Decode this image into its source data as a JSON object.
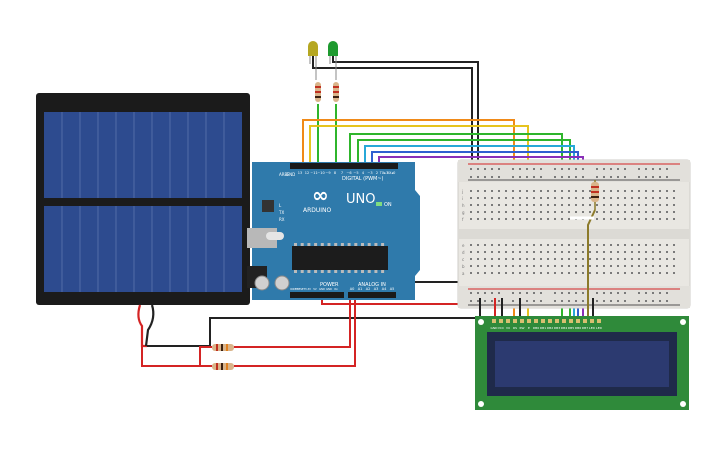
{
  "arduino": {
    "brand": "ARDUINO",
    "model": "UNO",
    "digital_header": "DIGITAL (PWM~)",
    "power_header": "POWER",
    "analog_header": "ANALOG IN",
    "led_labels": [
      "L",
      "TX",
      "RX"
    ],
    "on_label": "ON",
    "digital_pins": [
      "13",
      "12",
      "~11",
      "~10",
      "~9",
      "8",
      "7",
      "~6",
      "~5",
      "4",
      "~3",
      "2",
      "TX▸1",
      "RX◂0"
    ],
    "analog_pins": [
      "A0",
      "A1",
      "A2",
      "A3",
      "A4",
      "A5"
    ],
    "power_pins": [
      "IOREF",
      "RESET",
      "3.3V",
      "5V",
      "GND",
      "GND",
      "Vin"
    ],
    "aref": "AREF",
    "gnd": "GND"
  },
  "breadboard": {
    "row_letters_top": [
      "j",
      "i",
      "h",
      "g",
      "f"
    ],
    "row_letters_bottom": [
      "e",
      "d",
      "c",
      "b",
      "a"
    ],
    "column_marks": [
      "1",
      "5",
      "10",
      "15",
      "20",
      "25",
      "30"
    ]
  },
  "lcd": {
    "pin_labels": [
      "GND",
      "VCC",
      "V0",
      "RS",
      "RW",
      "E",
      "DB0",
      "DB1",
      "DB2",
      "DB3",
      "DB4",
      "DB5",
      "DB6",
      "DB7",
      "LED",
      "LED"
    ]
  },
  "leds": [
    {
      "color_name": "yellow",
      "color": "#b5a722"
    },
    {
      "color_name": "green",
      "color": "#1e9a2f"
    }
  ],
  "wire_colors": {
    "orange": "#f08a18",
    "yellow": "#e6c41e",
    "green": "#2fb52c",
    "cyan": "#27a8d8",
    "blue": "#2f5fd0",
    "purple": "#8a2fb8",
    "black": "#222222",
    "red": "#d42424",
    "olive": "#8c7a2a"
  },
  "colors": {
    "arduino_board": "#2f7aab",
    "solar_frame": "#1b1b1b",
    "solar_cell": "#2d4b8f",
    "lcd_pcb": "#2f8a3a",
    "lcd_screen": "#2c3a70",
    "breadboard": "#e9e7e2"
  }
}
